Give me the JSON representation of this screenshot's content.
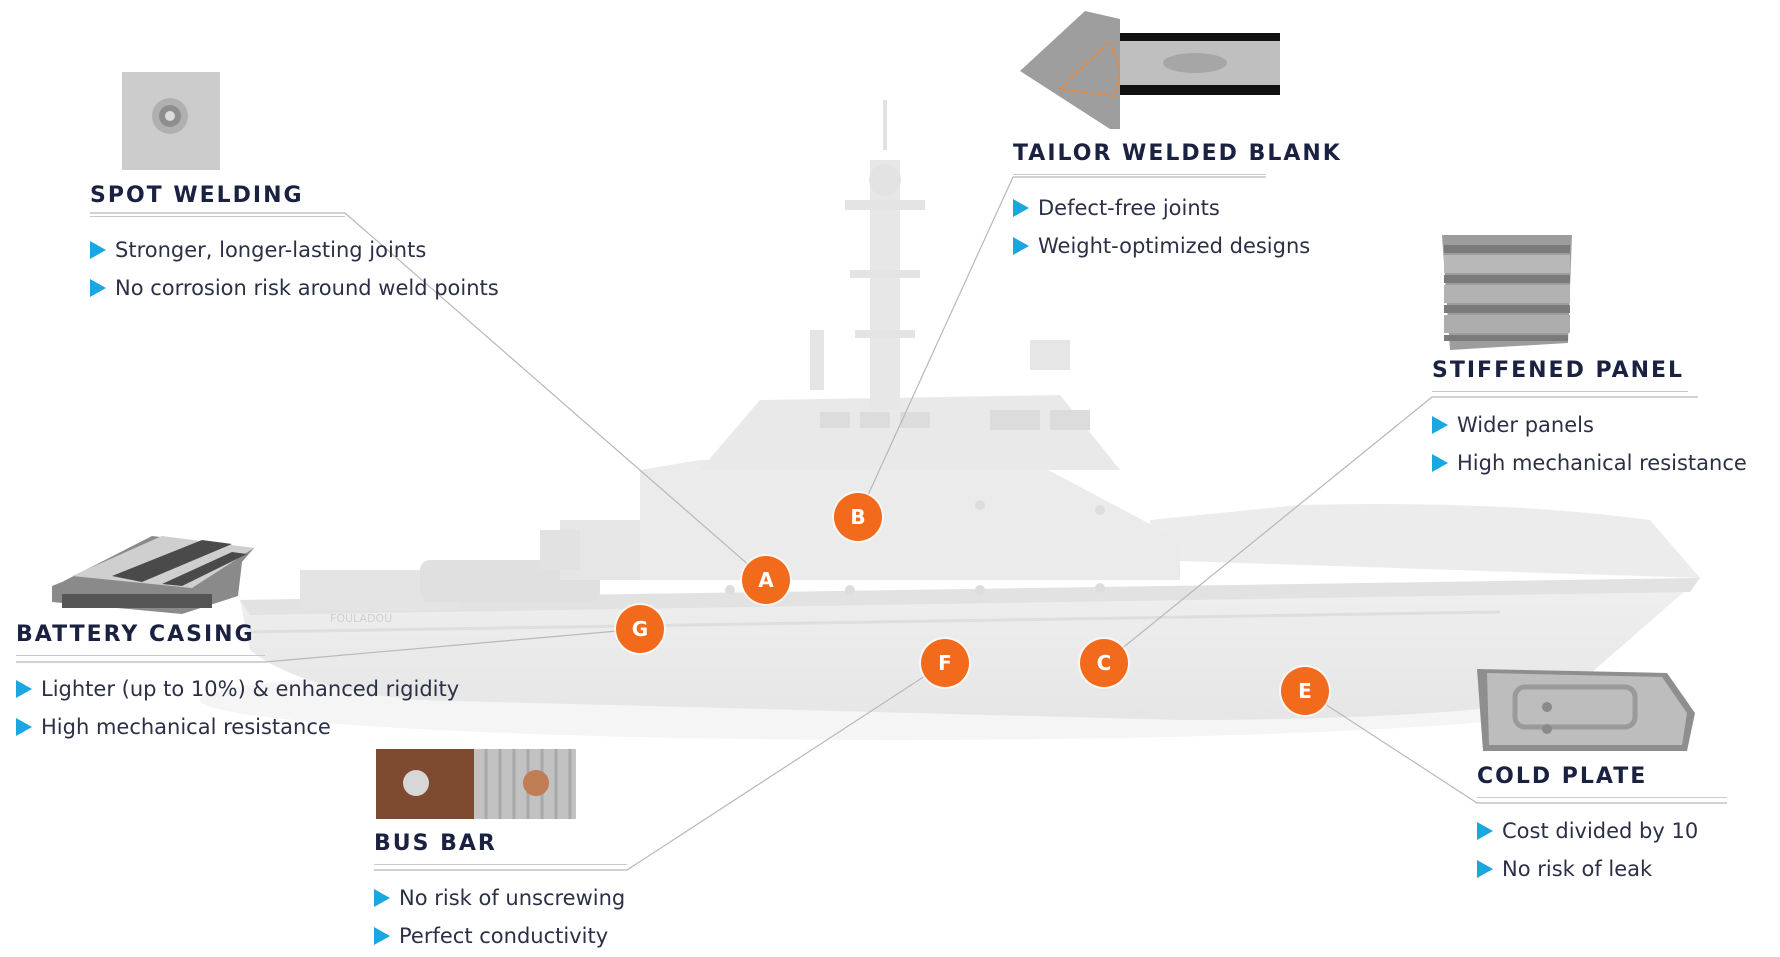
{
  "ship": {
    "hull_name": "FOULADOU"
  },
  "markers": [
    "A",
    "B",
    "C",
    "E",
    "F",
    "G"
  ],
  "callouts": {
    "spot_welding": {
      "title": "SPOT WELDING",
      "bullets": [
        "Stronger, longer-lasting joints",
        "No corrosion risk around weld points"
      ]
    },
    "tailor_welded_blank": {
      "title": "TAILOR WELDED BLANK",
      "bullets": [
        "Defect-free joints",
        "Weight-optimized designs"
      ]
    },
    "stiffened_panel": {
      "title": "STIFFENED PANEL",
      "bullets": [
        "Wider panels",
        "High mechanical resistance"
      ]
    },
    "battery_casing": {
      "title": "BATTERY CASING",
      "bullets": [
        "Lighter (up to 10%) & enhanced rigidity",
        "High mechanical resistance"
      ]
    },
    "bus_bar": {
      "title": "BUS BAR",
      "bullets": [
        "No risk of unscrewing",
        "Perfect conductivity"
      ]
    },
    "cold_plate": {
      "title": "COLD PLATE",
      "bullets": [
        "Cost divided by 10",
        "No risk of leak"
      ]
    }
  },
  "colors": {
    "marker": "#f26a1b",
    "bullet": "#1aa6e0",
    "title": "#1b2140",
    "ship": "#eeeeee"
  }
}
